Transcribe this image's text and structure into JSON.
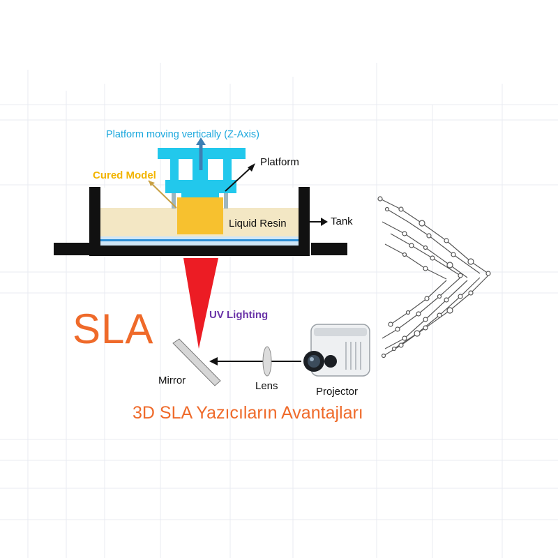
{
  "labels": {
    "z_axis": "Platform moving vertically (Z-Axis)",
    "platform": "Platform",
    "cured_model": "Cured Model",
    "liquid_resin": "Liquid Resin",
    "tank": "Tank",
    "uv_lighting": "UV Lighting",
    "mirror": "Mirror",
    "lens": "Lens",
    "projector": "Projector"
  },
  "heading": "SLA",
  "subtitle": "3D SLA Yazıcıların Avantajları",
  "colors": {
    "platform": "#22c8ec",
    "cured_model": "#f7c12f",
    "resin": "#f3e7c4",
    "resin_base": "#2d8fd6",
    "uv_beam": "#ec1c24",
    "accent_orange": "#ef6a2a",
    "uv_label": "#6a34a8",
    "z_axis_label": "#1aa7dd"
  }
}
